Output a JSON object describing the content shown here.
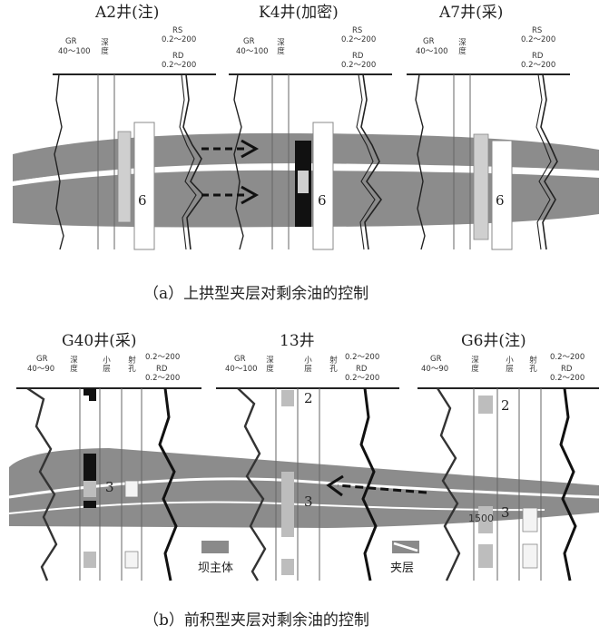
{
  "panel_a": {
    "wells": [
      {
        "name": "A2井(注)",
        "gr": "GR",
        "gr_range": "40～100",
        "depth": "深度",
        "rs": "RS",
        "rs_range": "0.2～200",
        "rd": "RD",
        "rd_range": "0.2～200",
        "layer": "6"
      },
      {
        "name": "K4井(加密)",
        "gr": "GR",
        "gr_range": "40～100",
        "depth": "深度",
        "rs": "RS",
        "rs_range": "0.2～200",
        "rd": "RD",
        "rd_range": "0.2～200",
        "layer": "6"
      },
      {
        "name": "A7井(采)",
        "gr": "GR",
        "gr_range": "40～100",
        "depth": "深度",
        "rs": "RS",
        "rs_range": "0.2～200",
        "rd": "RD",
        "rd_range": "0.2～200",
        "layer": "6"
      }
    ],
    "caption": "（a）上拱型夹层对剩余油的控制"
  },
  "panel_b": {
    "wells": [
      {
        "name": "G40井(采)",
        "gr": "GR",
        "gr_range": "40～90",
        "depth": "深度",
        "sublayer": "小层",
        "perf": "射孔",
        "r1_range": "0.2～200",
        "rd": "RD",
        "rd_range": "0.2～200",
        "layers": [
          "3"
        ]
      },
      {
        "name": "13井",
        "gr": "GR",
        "gr_range": "40～100",
        "depth": "深度",
        "sublayer": "小层",
        "perf": "射孔",
        "r1_range": "0.2～200",
        "rd": "RD",
        "rd_range": "0.2～200",
        "layers": [
          "2",
          "3"
        ]
      },
      {
        "name": "G6井(注)",
        "gr": "GR",
        "gr_range": "40～90",
        "depth": "深度",
        "sublayer": "小层",
        "perf": "射孔",
        "r1_range": "0.2～200",
        "rd": "RD",
        "rd_range": "0.2～200",
        "layers": [
          "2",
          "3"
        ],
        "depth_mark": "1500"
      }
    ],
    "legend": {
      "dam": "坝主体",
      "interlayer": "夹层"
    },
    "caption": "（b）前积型夹层对剩余油的控制"
  },
  "colors": {
    "sand": "#8a8a8a",
    "interlayer": "#ffffff",
    "log_line": "#222222",
    "perforation": "#111111"
  }
}
